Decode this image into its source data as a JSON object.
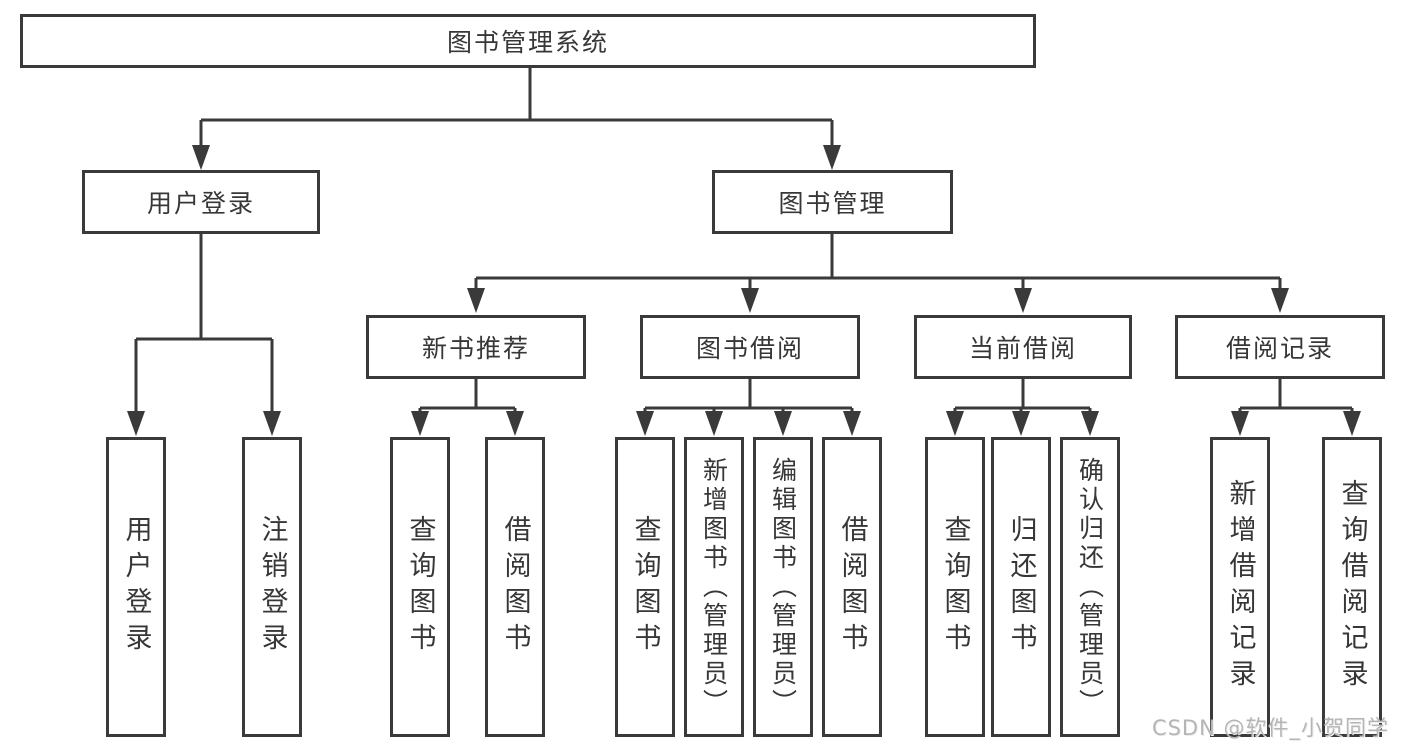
{
  "diagram_title": "图书管理系统",
  "nodes": {
    "root": "图书管理系统",
    "user_login": "用户登录",
    "book_mgmt": "图书管理",
    "new_book_rec": "新书推荐",
    "book_borrow": "图书借阅",
    "current_borrow": "当前借阅",
    "borrow_records": "借阅记录",
    "ul_login": "用户登录",
    "ul_logout": "注销登录",
    "nr_query_book": "查询图书",
    "nr_borrow_book": "借阅图书",
    "bb_query_book": "查询图书",
    "bb_add_book": "新增图书（管理员）",
    "bb_edit_book": "编辑图书（管理员）",
    "bb_borrow_book": "借阅图书",
    "cb_query_book": "查询图书",
    "cb_return_book": "归还图书",
    "cb_confirm_return": "确认归还（管理员）",
    "br_add_record": "新增借阅记录",
    "br_query_record": "查询借阅记录"
  },
  "hierarchy": {
    "图书管理系统": {
      "用户登录": [
        "用户登录",
        "注销登录"
      ],
      "图书管理": {
        "新书推荐": [
          "查询图书",
          "借阅图书"
        ],
        "图书借阅": [
          "查询图书",
          "新增图书（管理员）",
          "编辑图书（管理员）",
          "借阅图书"
        ],
        "当前借阅": [
          "查询图书",
          "归还图书",
          "确认归还（管理员）"
        ],
        "借阅记录": [
          "新增借阅记录",
          "查询借阅记录"
        ]
      }
    }
  },
  "colors": {
    "box_border": "#3a3a3a",
    "box_fill": "#ffffff",
    "text": "#373737",
    "connector": "#3a3a3a",
    "watermark_text": "#b5b5b5",
    "background": "#ffffff"
  },
  "watermark": {
    "text": "CSDN @软件_小贺同学"
  }
}
